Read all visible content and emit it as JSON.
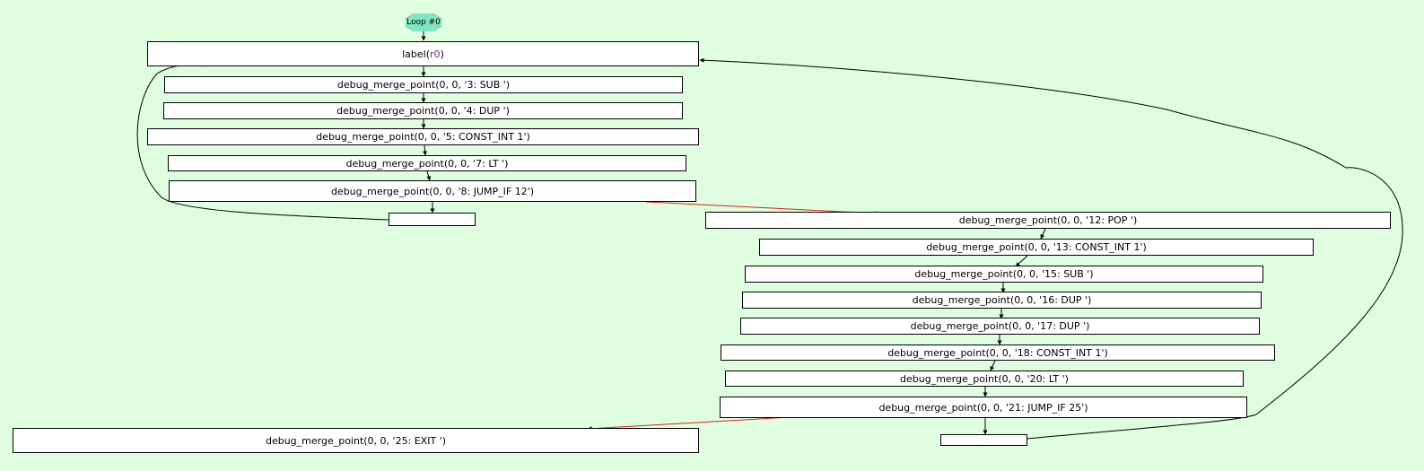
{
  "loop": {
    "label": "Loop #0"
  },
  "label_node": {
    "prefix": "label(",
    "reg": "r0",
    "suffix": ")"
  },
  "nodes": [
    {
      "id": "n3",
      "text": "debug_merge_point(0, 0, '3: SUB ')"
    },
    {
      "id": "n4",
      "text": "debug_merge_point(0, 0, '4: DUP ')"
    },
    {
      "id": "n5",
      "text": "debug_merge_point(0, 0, '5: CONST_INT 1')"
    },
    {
      "id": "n7",
      "text": "debug_merge_point(0, 0, '7: LT ')"
    },
    {
      "id": "n8",
      "text": "debug_merge_point(0, 0, '8: JUMP_IF 12')"
    },
    {
      "id": "n12",
      "text": "debug_merge_point(0, 0, '12: POP ')"
    },
    {
      "id": "n13",
      "text": "debug_merge_point(0, 0, '13: CONST_INT 1')"
    },
    {
      "id": "n15",
      "text": "debug_merge_point(0, 0, '15: SUB ')"
    },
    {
      "id": "n16",
      "text": "debug_merge_point(0, 0, '16: DUP ')"
    },
    {
      "id": "n17",
      "text": "debug_merge_point(0, 0, '17: DUP ')"
    },
    {
      "id": "n18",
      "text": "debug_merge_point(0, 0, '18: CONST_INT 1')"
    },
    {
      "id": "n20",
      "text": "debug_merge_point(0, 0, '20: LT ')"
    },
    {
      "id": "n21",
      "text": "debug_merge_point(0, 0, '21: JUMP_IF 25')"
    },
    {
      "id": "n25",
      "text": "debug_merge_point(0, 0, '25: EXIT ')"
    }
  ],
  "colors": {
    "background": "#dffddf",
    "loop_fill": "#7fe6c2",
    "normal_edge": "#000000",
    "branch_edge": "#e02020",
    "register": "#8b1a8b"
  }
}
